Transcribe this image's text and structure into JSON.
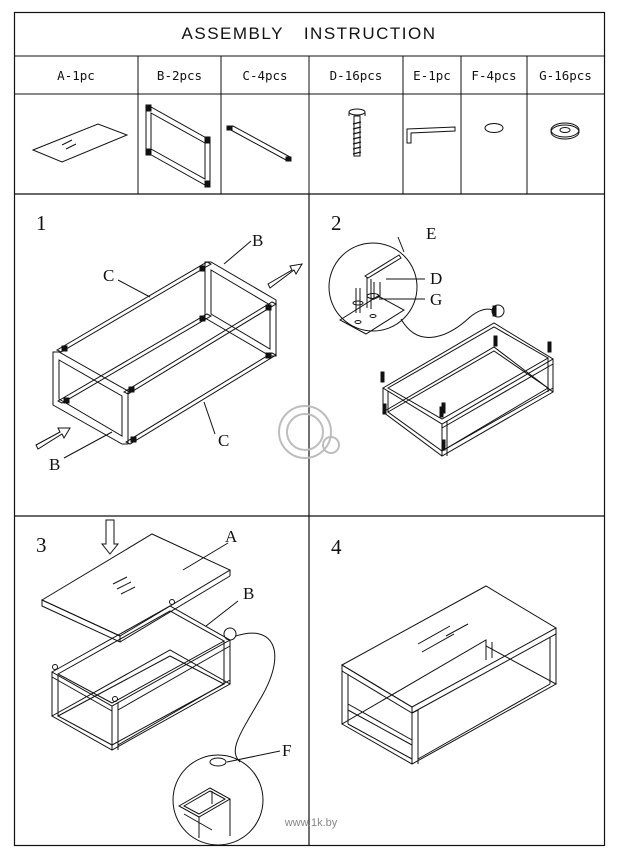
{
  "title": "ASSEMBLY   INSTRUCTION",
  "parts": [
    {
      "label": "A-1pc",
      "part": "glass-top"
    },
    {
      "label": "B-2pcs",
      "part": "end-frame"
    },
    {
      "label": "C-4pcs",
      "part": "connecting-bar"
    },
    {
      "label": "D-16pcs",
      "part": "screw"
    },
    {
      "label": "E-1pc",
      "part": "allen-key"
    },
    {
      "label": "F-4pcs",
      "part": "pad"
    },
    {
      "label": "G-16pcs",
      "part": "washer"
    }
  ],
  "steps": [
    {
      "number": "1",
      "callouts": [
        "B",
        "C",
        "C",
        "B"
      ]
    },
    {
      "number": "2",
      "callouts": [
        "E",
        "D",
        "G"
      ]
    },
    {
      "number": "3",
      "callouts": [
        "A",
        "B",
        "F"
      ]
    },
    {
      "number": "4"
    }
  ],
  "watermark": "www.1k.by",
  "colors": {
    "line": "#111111",
    "paper": "#ffffff",
    "watermark": "#bdbdbd"
  }
}
